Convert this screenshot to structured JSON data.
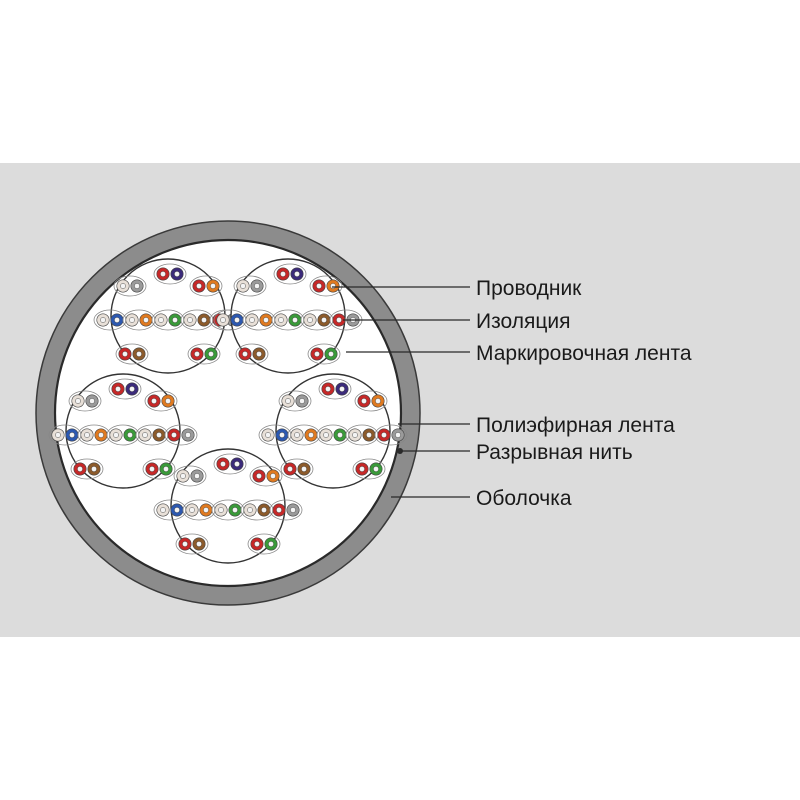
{
  "labels": {
    "conductor": "Проводник",
    "insulation": "Изоляция",
    "marking_tape": "Маркировочная лента",
    "polyester_tape": "Полиэфирная лента",
    "rip_cord": "Разрывная нить",
    "sheath": "Оболочка"
  },
  "colors": {
    "panel_background": "#dcdcdc",
    "sheath": "#8c8c8c",
    "core_fill": "#ffffff",
    "wire_colors": {
      "white": "#e8e0d8",
      "red": "#c62828",
      "black": "#222222",
      "yellow": "#e6c43a",
      "violet": "#3b2a7a",
      "blue": "#2c58b0",
      "orange": "#e07a20",
      "green": "#3a9a3a",
      "brown": "#8b5a2b",
      "grey": "#9a9a9a"
    }
  },
  "cable": {
    "bundle_count": 5,
    "pairs_per_bundle": 10,
    "pair_colors": [
      [
        "red",
        "violet"
      ],
      [
        "white",
        "grey"
      ],
      [
        "red",
        "orange"
      ],
      [
        "white",
        "blue"
      ],
      [
        "white",
        "orange"
      ],
      [
        "white",
        "green"
      ],
      [
        "white",
        "brown"
      ],
      [
        "red",
        "grey"
      ],
      [
        "red",
        "brown"
      ],
      [
        "red",
        "green"
      ]
    ]
  }
}
